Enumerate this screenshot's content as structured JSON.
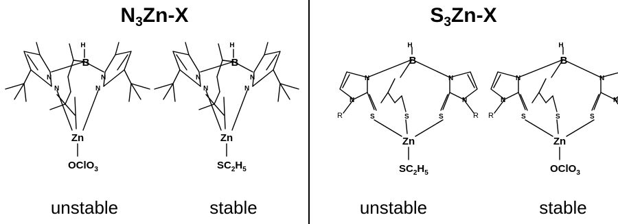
{
  "panels": [
    {
      "title": "N3Zn-X",
      "title_base": "N",
      "title_sub": "3",
      "title_rest": "Zn-X",
      "complexes": [
        {
          "label": "unstable",
          "metal": "Zn",
          "boron": "B",
          "hydride": "H",
          "ligand_prefix": "OClO",
          "ligand_sub": "3",
          "ligand_rest": "",
          "donor": "N"
        },
        {
          "label": "stable",
          "metal": "Zn",
          "boron": "B",
          "hydride": "H",
          "ligand_prefix": "SC",
          "ligand_sub": "2",
          "ligand_rest": "H",
          "ligand_sub2": "5",
          "donor": "N"
        }
      ]
    },
    {
      "title": "S3Zn-X",
      "title_base": "S",
      "title_sub": "3",
      "title_rest": "Zn-X",
      "complexes": [
        {
          "label": "unstable",
          "metal": "Zn",
          "boron": "B",
          "hydride": "H",
          "ligand_prefix": "SC",
          "ligand_sub": "2",
          "ligand_rest": "H",
          "ligand_sub2": "5",
          "donor": "S",
          "substituent": "R",
          "ring_atom": "N"
        },
        {
          "label": "stable",
          "metal": "Zn",
          "boron": "B",
          "hydride": "H",
          "ligand_prefix": "OClO",
          "ligand_sub": "3",
          "ligand_rest": "",
          "donor": "S",
          "substituent": "R",
          "ring_atom": "N"
        }
      ]
    }
  ]
}
